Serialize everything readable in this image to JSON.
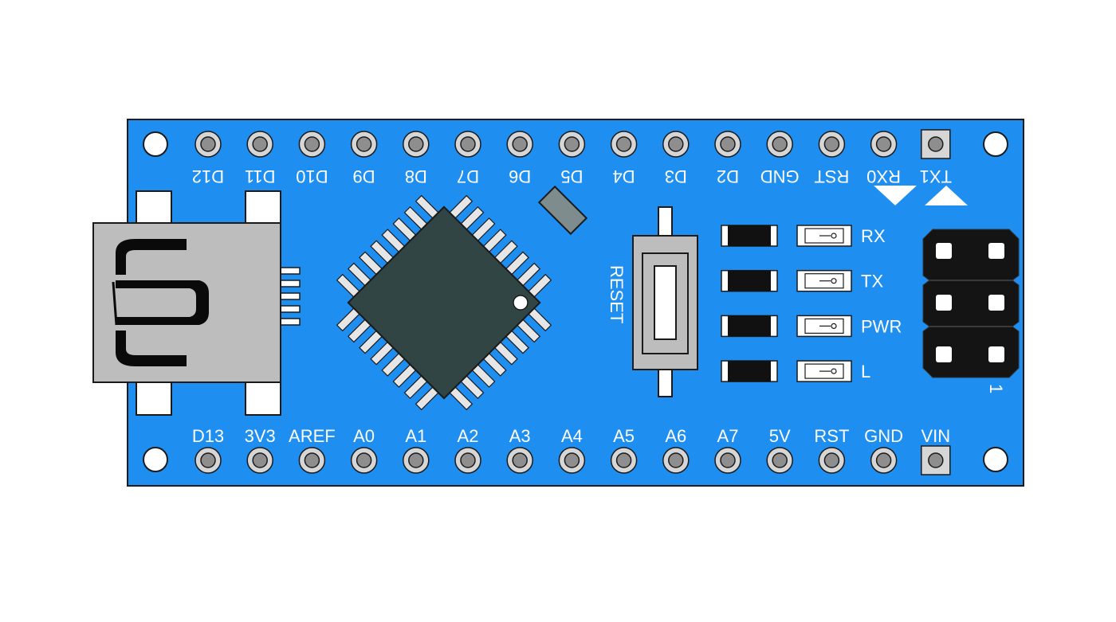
{
  "board": {
    "colors": {
      "pcb": "#1f8ef1",
      "outline": "#1a1a1a",
      "pad_ring": "#d6d6d6",
      "pad_hole": "#8e8e8e",
      "chip": "#324545",
      "chip_pins": "#e6e6e6",
      "led_dark": "#111111",
      "usb_body": "#bdbdbd",
      "header_black": "#141414",
      "crystal": "#7f8c8d"
    },
    "top_pins": [
      "D12",
      "D11",
      "D10",
      "D9",
      "D8",
      "D7",
      "D6",
      "D5",
      "D4",
      "D3",
      "D2",
      "GND",
      "RST",
      "RX0",
      "TX1"
    ],
    "bottom_pins": [
      "D13",
      "3V3",
      "AREF",
      "A0",
      "A1",
      "A2",
      "A3",
      "A4",
      "A5",
      "A6",
      "A7",
      "5V",
      "RST",
      "GND",
      "VIN"
    ],
    "reset_label": "RESET",
    "leds": [
      "RX",
      "TX",
      "PWR",
      "L"
    ],
    "icsp_pin1_label": "1"
  }
}
